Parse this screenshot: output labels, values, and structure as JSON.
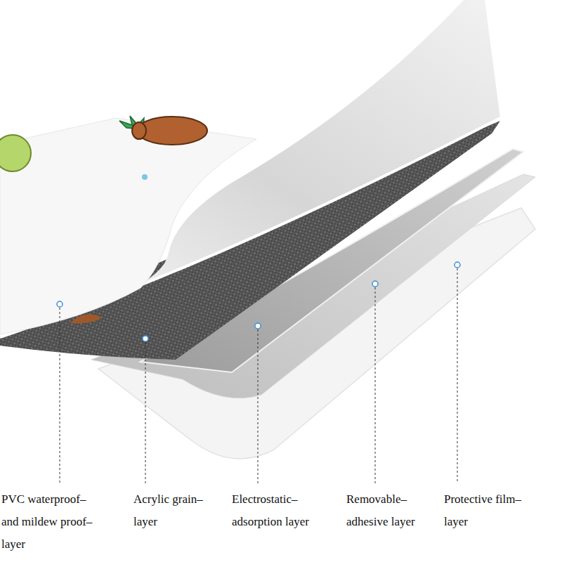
{
  "diagram": {
    "labels": [
      "PVC waterproof– and mildew proof– layer",
      "Acrylic grain– layer",
      "Electrostatic– adsorption layer",
      "Removable– adhesive layer",
      "Protective film– layer"
    ]
  }
}
